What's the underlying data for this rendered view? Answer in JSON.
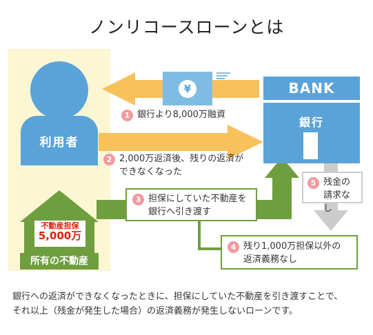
{
  "title": "ノンリコースローンとは",
  "user": {
    "label": "利用者"
  },
  "property": {
    "label": "所有の不動産",
    "tag_line1": "不動産担保",
    "tag_line2": "5,000万"
  },
  "bank": {
    "sign": "BANK",
    "name": "銀行"
  },
  "money_icon": {
    "symbol": "¥"
  },
  "steps": [
    {
      "num": "1",
      "text": "銀行より8,000万融資"
    },
    {
      "num": "2",
      "line1": "2,000万返済後、残りの返済が",
      "line2": "できなくなった"
    },
    {
      "num": "3",
      "line1": "担保にしていた不動産を",
      "line2": "銀行へ引き渡す"
    },
    {
      "num": "4",
      "line1": "残り1,000万担保以外の",
      "line2": "返済義務なし"
    },
    {
      "num": "5",
      "line1": "残金の",
      "line2": "請求なし"
    }
  ],
  "footer": {
    "line1": "銀行への返済ができなくなったときに、担保にしていた不動産を引き渡すことで、",
    "line2": "それ以上（残金が発生した場合）の返済義務が発生しないローンです。"
  },
  "colors": {
    "blue": "#5aa3d9",
    "orange": "#f7c15c",
    "green": "#6e9e3e",
    "gray": "#cccccc",
    "pink": "#f19a9e",
    "red": "#d9230f",
    "panel": "#fdf6d3"
  }
}
